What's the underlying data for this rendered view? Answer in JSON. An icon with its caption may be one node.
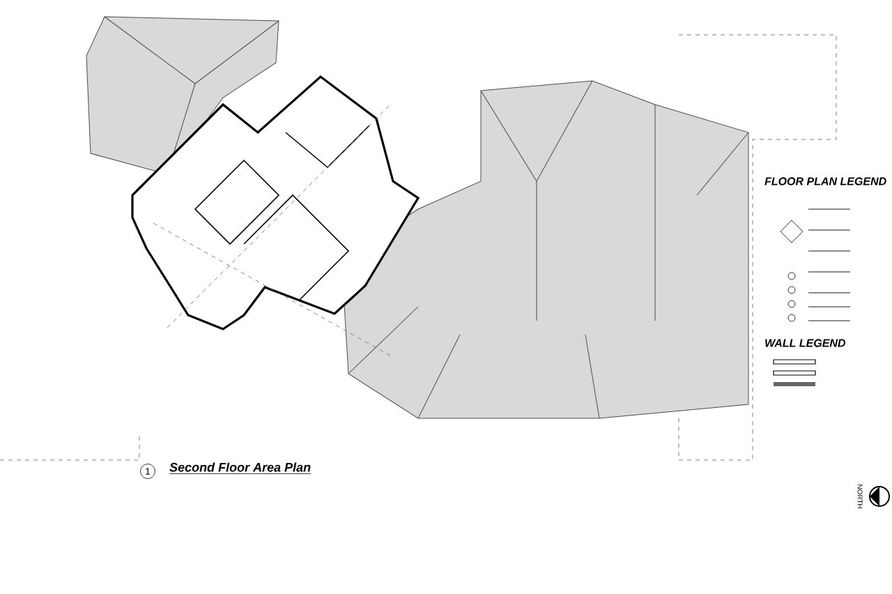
{
  "diagram": {
    "title": "Second Floor Area Plan",
    "labels": [
      "FLOOR PLAN LEGEND",
      "WALL LEGEND",
      "1",
      "NORTH"
    ]
  }
}
